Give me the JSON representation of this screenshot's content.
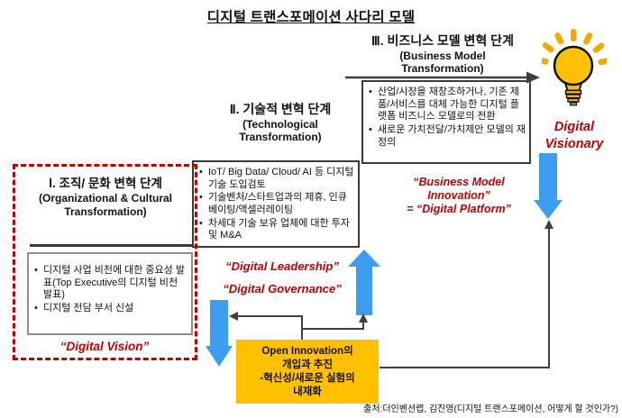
{
  "title": "디지털 트랜스포메이션 사다리 모델",
  "colors": {
    "accent_red": "#C00000",
    "arrow_blue": "#3D9DF0",
    "highlight_yellow": "#FFC000",
    "line_dark": "#3f3f3f"
  },
  "stage1": {
    "title_ko": "Ⅰ. 조직/ 문화 변혁 단계",
    "title_en": "(Organizational & Cultural Transformation)",
    "bullets": [
      "디지털 사업 비전에 대한 중요성 발표(Top Executive의 디지털 비전 발표)",
      "디지털 전담 부서 신설"
    ],
    "label": "“Digital Vision”"
  },
  "stage2": {
    "title_ko": "Ⅱ. 기술적 변혁 단계",
    "title_en": "(Technological Transformation)",
    "bullets": [
      "IoT/ Big Data/ Cloud/ AI 등 디지털기술 도입검토",
      "기술벤처/스타트업과의 제휴, 인큐베이팅/액셀러레이팅",
      "차세대 기술 보유 업체에 대한 투자 및 M&A"
    ],
    "labels": [
      "“Digital Leadership”",
      "“Digital Governance”"
    ]
  },
  "stage3": {
    "title_ko": "Ⅲ. 비즈니스 모델 변혁 단계",
    "title_en": "(Business Model Transformation)",
    "bullets": [
      "산업/시장을 재창조하거나, 기존 제품/서비스를 대체 가능한 디지털 플랫폼 비즈니스 모델로의 전환",
      "새로운 가치전달/가치제안 모델의 재정의"
    ],
    "label_lines": [
      "“Business Model",
      "Innovation”",
      "= “Digital Platform”"
    ]
  },
  "visionary": {
    "icon": "lightbulb-icon",
    "label_lines": [
      "Digital",
      "Visionary"
    ]
  },
  "open_innovation": {
    "lines": [
      "Open Innovation의",
      "개입과 추진",
      "-혁신성/새로운 실험의",
      "내재화"
    ]
  },
  "source": "출처:더인벤션랩, 김진영(디지털 트랜스포메이션, 어떻게 할 것인가?)"
}
